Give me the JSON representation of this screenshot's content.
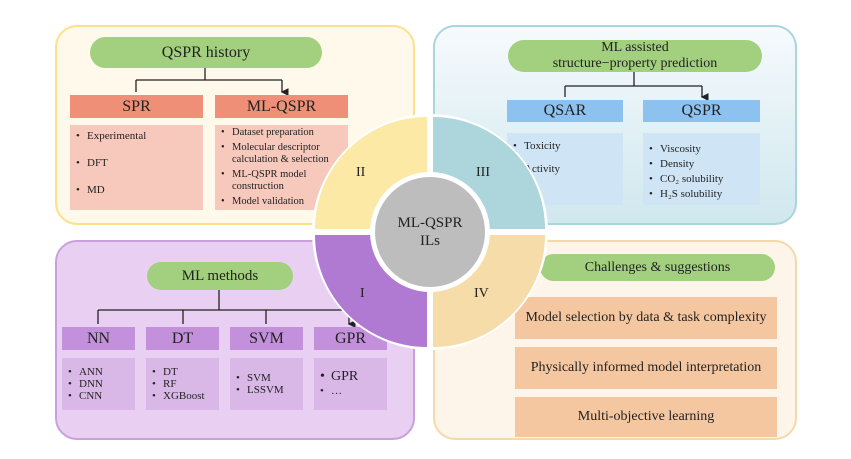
{
  "center": {
    "line1": "ML-QSPR",
    "line2": "ILs"
  },
  "quadrants": {
    "I": "I",
    "II": "II",
    "III": "III",
    "IV": "IV"
  },
  "history": {
    "title": "QSPR history",
    "spr": {
      "label": "SPR",
      "items": [
        "Experimental",
        "DFT",
        "MD"
      ]
    },
    "mlqspr": {
      "label": "ML-QSPR",
      "items": [
        "Dataset preparation",
        "Molecular descriptor calculation & selection",
        "ML-QSPR model construction",
        "Model validation"
      ]
    }
  },
  "prediction": {
    "title_line1": "ML assisted",
    "title_line2": "structure−property prediction",
    "qsar": {
      "label": "QSAR",
      "items": [
        "Toxicity",
        "Activity"
      ]
    },
    "qspr": {
      "label": "QSPR",
      "items": [
        "Viscosity",
        "Density",
        "CO₂ solubility",
        "H₂S solubility"
      ]
    }
  },
  "methods": {
    "title": "ML methods",
    "groups": [
      {
        "label": "NN",
        "items": [
          "ANN",
          "DNN",
          "CNN"
        ]
      },
      {
        "label": "DT",
        "items": [
          "DT",
          "RF",
          "XGBoost"
        ]
      },
      {
        "label": "SVM",
        "items": [
          "SVM",
          "LSSVM"
        ]
      },
      {
        "label": "GPR",
        "items": [
          "GPR",
          "…"
        ]
      }
    ]
  },
  "challenges": {
    "title": "Challenges & suggestions",
    "items": [
      "Model selection by data & task complexity",
      "Physically informed model interpretation",
      "Multi-objective learning"
    ]
  },
  "colors": {
    "green": "#a3d07f",
    "spr": "#ef8f77",
    "qsar": "#8dc1ef",
    "methods": "#c391dc",
    "challenge": "#f5c7a0",
    "quadI": "#b07ad3",
    "quadII": "#fde9a6",
    "quadIII": "#acd5dc",
    "quadIV": "#f5dca8",
    "center": "#bdbdbd"
  }
}
